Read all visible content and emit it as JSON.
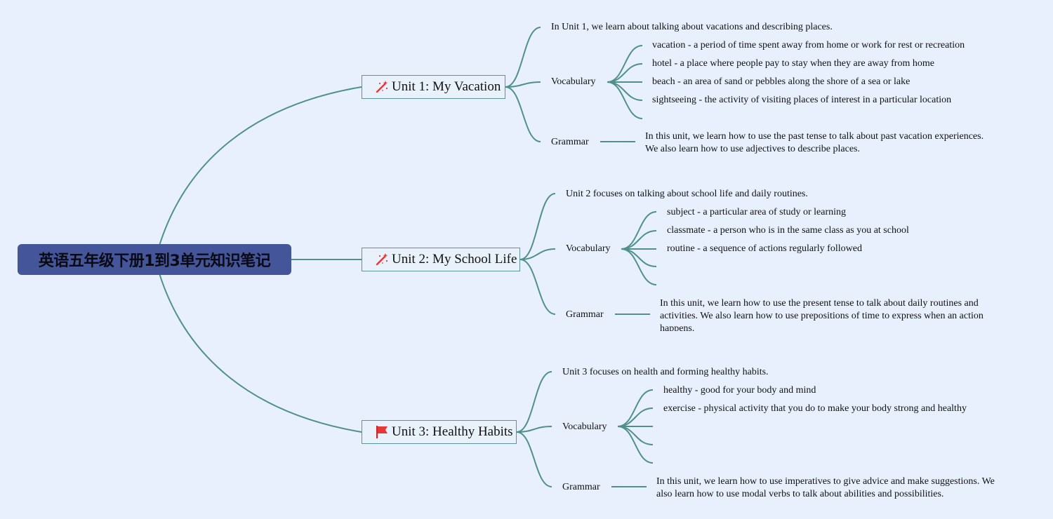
{
  "root": {
    "title": "英语五年级下册1到3单元知识笔记"
  },
  "units": [
    {
      "title": "Unit 1: My Vacation",
      "icon": "magic-wand-icon",
      "intro": "In Unit 1, we learn about talking about vacations and describing places.",
      "vocabulary_label": "Vocabulary",
      "vocabulary": [
        "vacation - a period of time spent away from home or work for rest or recreation",
        "hotel - a place where people pay to stay when they are away from home",
        "beach - an area of sand or pebbles along the shore of a sea or lake",
        "sightseeing - the activity of visiting places of interest in a particular location"
      ],
      "grammar_label": "Grammar",
      "grammar": "In this unit, we learn how to use the past tense to talk about past vacation experiences. We also learn how to use adjectives to describe places."
    },
    {
      "title": "Unit 2: My School Life",
      "icon": "magic-wand-icon",
      "intro": "Unit 2 focuses on talking about school life and daily routines.",
      "vocabulary_label": "Vocabulary",
      "vocabulary": [
        "subject - a particular area of study or learning",
        "classmate - a person who is in the same class as you at school",
        "routine - a sequence of actions regularly followed"
      ],
      "grammar_label": "Grammar",
      "grammar": "In this unit, we learn how to use the present tense to talk about daily routines and activities. We also learn how to use prepositions of time to express when an action happens."
    },
    {
      "title": "Unit 3: Healthy Habits",
      "icon": "red-flag-icon",
      "intro": "Unit 3 focuses on health and forming healthy habits.",
      "vocabulary_label": "Vocabulary",
      "vocabulary": [
        "healthy - good for your body and mind",
        "exercise - physical activity that you do to make your body strong and healthy"
      ],
      "grammar_label": "Grammar",
      "grammar": "In this unit, we learn how to use imperatives to give advice and make suggestions. We also learn how to use modal verbs to talk about abilities and possibilities."
    }
  ],
  "colors": {
    "background": "#e8f0fd",
    "root_fill": "#44559a",
    "connector": "#4f908a",
    "icon_red": "#e03a3a"
  }
}
